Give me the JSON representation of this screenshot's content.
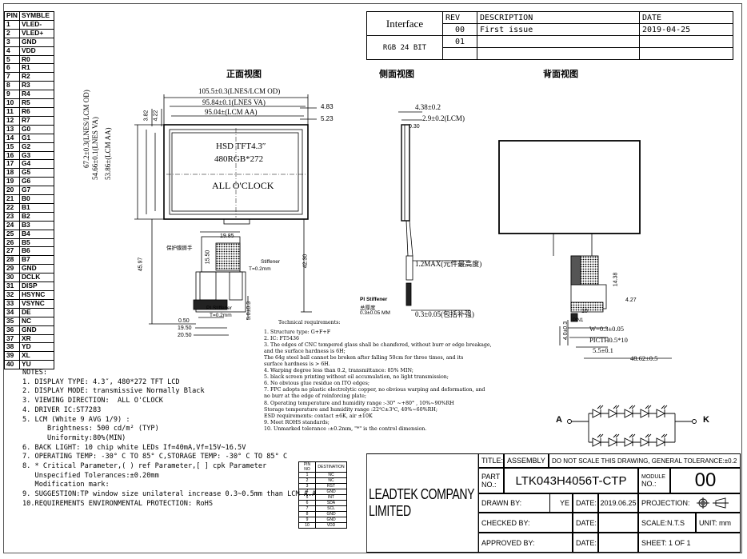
{
  "pins": [
    {
      "n": "PIN",
      "s": "SYMBLE"
    },
    {
      "n": "1",
      "s": "VLED-"
    },
    {
      "n": "2",
      "s": "VLED+"
    },
    {
      "n": "3",
      "s": "GND"
    },
    {
      "n": "4",
      "s": "VDD"
    },
    {
      "n": "5",
      "s": "R0"
    },
    {
      "n": "6",
      "s": "R1"
    },
    {
      "n": "7",
      "s": "R2"
    },
    {
      "n": "8",
      "s": "R3"
    },
    {
      "n": "9",
      "s": "R4"
    },
    {
      "n": "10",
      "s": "R5"
    },
    {
      "n": "11",
      "s": "R6"
    },
    {
      "n": "12",
      "s": "R7"
    },
    {
      "n": "13",
      "s": "G0"
    },
    {
      "n": "14",
      "s": "G1"
    },
    {
      "n": "15",
      "s": "G2"
    },
    {
      "n": "16",
      "s": "G3"
    },
    {
      "n": "17",
      "s": "G4"
    },
    {
      "n": "18",
      "s": "G5"
    },
    {
      "n": "19",
      "s": "G6"
    },
    {
      "n": "20",
      "s": "G7"
    },
    {
      "n": "21",
      "s": "B0"
    },
    {
      "n": "22",
      "s": "B1"
    },
    {
      "n": "23",
      "s": "B2"
    },
    {
      "n": "24",
      "s": "B3"
    },
    {
      "n": "25",
      "s": "B4"
    },
    {
      "n": "26",
      "s": "B5"
    },
    {
      "n": "27",
      "s": "B6"
    },
    {
      "n": "28",
      "s": "B7"
    },
    {
      "n": "29",
      "s": "GND"
    },
    {
      "n": "30",
      "s": "DCLK"
    },
    {
      "n": "31",
      "s": "DISP"
    },
    {
      "n": "32",
      "s": "HSYNC"
    },
    {
      "n": "33",
      "s": "VSYNC"
    },
    {
      "n": "34",
      "s": "DE"
    },
    {
      "n": "35",
      "s": "NC"
    },
    {
      "n": "36",
      "s": "GND"
    },
    {
      "n": "37",
      "s": "XR"
    },
    {
      "n": "38",
      "s": "YD"
    },
    {
      "n": "39",
      "s": "XL"
    },
    {
      "n": "40",
      "s": "YU"
    }
  ],
  "rev": {
    "interface_label": "Interface",
    "interface_value": "RGB 24 BIT",
    "col_rev": "REV",
    "col_desc": "DESCRIPTION",
    "col_date": "DATE",
    "rows": [
      {
        "rev": "00",
        "desc": "First issue",
        "date": "2019-04-25"
      },
      {
        "rev": "01",
        "desc": "",
        "date": ""
      }
    ]
  },
  "views": {
    "front": "正面视图",
    "side": "侧面视图",
    "back": "背面视图"
  },
  "front": {
    "dim_outline": "105.5±0.3(LNES/LCM OD)",
    "dim_va": "95.84±0.1(LNES VA)",
    "dim_aa": "95.04±(LCM AA)",
    "dim_483": "4.83",
    "dim_523": "5.23",
    "dim_382": "3.82",
    "dim_422": "4.22",
    "dim_h_od": "67.2±0.3(LNES/LCM OD)",
    "dim_h_va": "54.66±0.1(LNES VA)",
    "dim_h_aa": "53.86±(LCM AA)",
    "screen_l1": "HSD TFT4.3″",
    "screen_l2": "480RGB*272",
    "screen_l3": "ALL O'CLOCK",
    "dim_1985": "19.85",
    "protect": "保护膜撕手",
    "dim_1550": "15.50",
    "stiffener": "Stiffener",
    "stiffener_t": "T=0.2mm",
    "pi_stiffener": "PI Stiffener",
    "pi_t": "T=0.2mm",
    "dim_4597": "45.97",
    "dim_4230": "42.30",
    "dim_050": "0.50",
    "dim_1950": "19.50",
    "dim_2050": "20.50",
    "dim_50": "5.0±0.3"
  },
  "side": {
    "dim_438": "4.38±0.2",
    "dim_29": "2.9±0.2(LCM)",
    "dim_030": "0.30",
    "dim_12max": "1.2MAX(元件最高度)",
    "pi": "PI Stiffener",
    "total": "总厚度",
    "total_val": "0.3±0.05 MM",
    "dim_03": "0.3±0.05(包括补强)"
  },
  "back": {
    "dim_1438": "14.38",
    "dim_427": "4.27",
    "dim_10": "10",
    "pin1": "PIN1",
    "dim_40": "4.0±0.3",
    "w": "W=0.3±0.05",
    "pitch": "PICTH0.5*10",
    "dim_55": "5.5±0.1",
    "dim_4862": "48.62±0.5",
    "led_a": "A",
    "led_k": "K"
  },
  "requirements": [
    "Technical requirements:",
    "1. Structure type: G+F+F",
    "2. IC: FT5436",
    "3. The edges of CNC tempered glass shall be chamfered, without burr or edge breakage,",
    "and the surface hardness is 6H;",
    "The 64g steel ball cannot be broken after falling 50cm for three times, and its",
    "surface hardness is > 6H.",
    "4. Warping degree less than 0.2, transmittance: 85% MIN;",
    "5. black screen printing without oil accumulation, no light transmission;",
    "6. No obvious glue residue on ITO edges;",
    "7. FPC adopts no plastic electrolytic copper, no obvious warping and deformation, and",
    "no burr at the edge of reinforcing plate;",
    "8. Operating temperature and humidity range :-30° ~+80° , 10%~90%RH",
    "Storage temperature and humidity range :22℃±3℃, 40%~60%RH;",
    "ESD requirements: contact ±6K, air ±10K",
    "9. Meet ROHS standards;",
    "10. Unmarked tolerance :±0.2mm, \"*\" is the control dimension."
  ],
  "notes": [
    "NOTES:",
    "1. DISPLAY TYPE: 4.3″, 480*272 TFT LCD",
    "2. DISPLAY MODE: transmissive Normally Black",
    "3. VIEWING DIRECTION:  ALL O'CLOCK",
    "4. DRIVER IC:ST7283",
    "5. LCM (White 9 AVG 1/9) :",
    "      Brightness: 500 cd/m² (TYP)",
    "      Uniformity:80%(MIN)",
    "6. BACK LIGHT: 10 chip white LEDs If=40mA,Vf=15V~16.5V",
    "7. OPERATING TEMP: -30° C TO 85° C,STORAGE TEMP: -30° C TO 85° C",
    "8. * Critical Parameter,( ) ref Parameter,[ ] cpk Parameter",
    "   Unspecified Tolerances:±0.20mm",
    "   Modification mark:",
    "9. SUGGESTION:TP window size unilateral increase 0.3~0.5mm than LCM A.A",
    "10.REQUIREMENTS ENVIRONMENTAL PROTECTION: RoHS"
  ],
  "dest": [
    {
      "n": "PIN NO",
      "d": "DESTINATION"
    },
    {
      "n": "1",
      "d": "NC"
    },
    {
      "n": "2",
      "d": "NC"
    },
    {
      "n": "3",
      "d": "RST"
    },
    {
      "n": "4",
      "d": "GND"
    },
    {
      "n": "5",
      "d": "INT"
    },
    {
      "n": "6",
      "d": "SDA"
    },
    {
      "n": "7",
      "d": "SCL"
    },
    {
      "n": "8",
      "d": "GND"
    },
    {
      "n": "9",
      "d": "GND"
    },
    {
      "n": "10",
      "d": "VDD"
    }
  ],
  "title_block": {
    "company": "LEADTEK COMPANY LIMITED",
    "title_label": "TITLE:",
    "title_value": "ASSEMBLY",
    "scale_note": "DO NOT SCALE THIS DRAWING, GENERAL TOLERANCE:±0.2",
    "part_label": "PART",
    "part_label2": "NO.:",
    "part_value": "LTK043H4056T-CTP",
    "module_label": "MODULE",
    "module_label2": "NO.:",
    "module_value": "00",
    "drawn_label": "DRAWN BY:",
    "drawn_value": "YE",
    "date_label": "DATE:",
    "date_value": "2019.06.25",
    "projection_label": "PROJECTION:",
    "checked_label": "CHECKED BY:",
    "date_label2": "DATE:",
    "scale_label": "SCALE:N.T.S",
    "unit_label": "UNIT: mm",
    "approved_label": "APPROVED BY:",
    "date_label3": "DATE:",
    "sheet_label": "SHEET:  1   OF   1"
  }
}
